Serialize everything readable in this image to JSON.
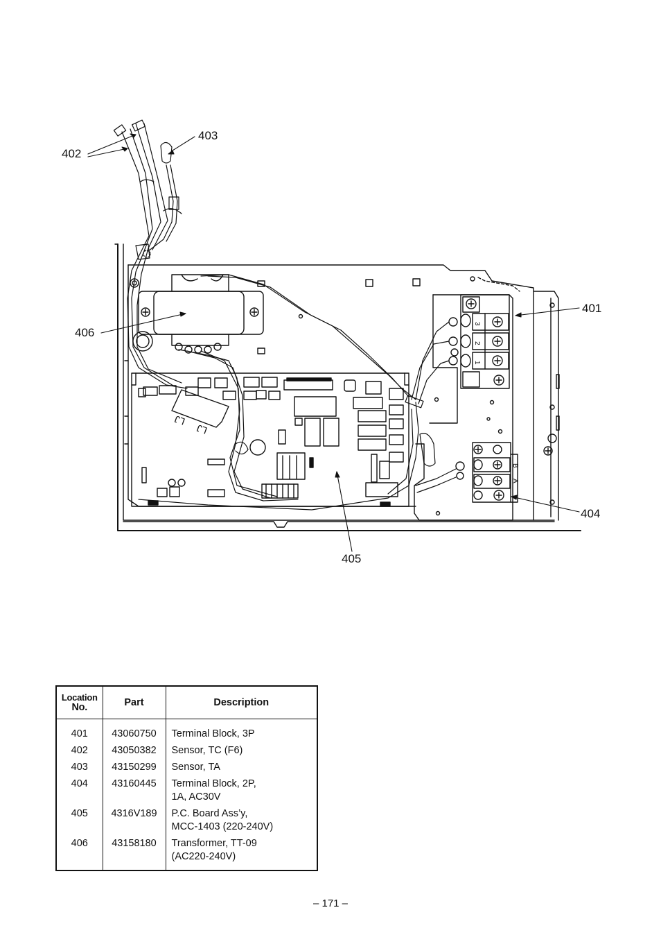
{
  "callouts": {
    "c401": "401",
    "c402": "402",
    "c403": "403",
    "c404": "404",
    "c405": "405",
    "c406": "406"
  },
  "diagram_labels": {
    "tb3_1": "1",
    "tb3_2": "2",
    "tb3_3": "3",
    "tb2_a": "A",
    "tb2_b": "B"
  },
  "table": {
    "headers": {
      "location_line1": "Location",
      "location_line2": "No.",
      "part": "Part",
      "description": "Description"
    },
    "rows": [
      {
        "location": "401",
        "part": "43060750",
        "desc_line1": "Terminal Block, 3P",
        "desc_line2": ""
      },
      {
        "location": "402",
        "part": "43050382",
        "desc_line1": "Sensor, TC (F6)",
        "desc_line2": ""
      },
      {
        "location": "403",
        "part": "43150299",
        "desc_line1": "Sensor, TA",
        "desc_line2": ""
      },
      {
        "location": "404",
        "part": "43160445",
        "desc_line1": "Terminal Block, 2P,",
        "desc_line2": "1A, AC30V"
      },
      {
        "location": "405",
        "part": "4316V189",
        "desc_line1": "P.C. Board Ass’y,",
        "desc_line2": "MCC-1403 (220-240V)"
      },
      {
        "location": "406",
        "part": "43158180",
        "desc_line1": "Transformer, TT-09",
        "desc_line2": "(AC220-240V)"
      }
    ]
  },
  "page_number": "– 171 –"
}
